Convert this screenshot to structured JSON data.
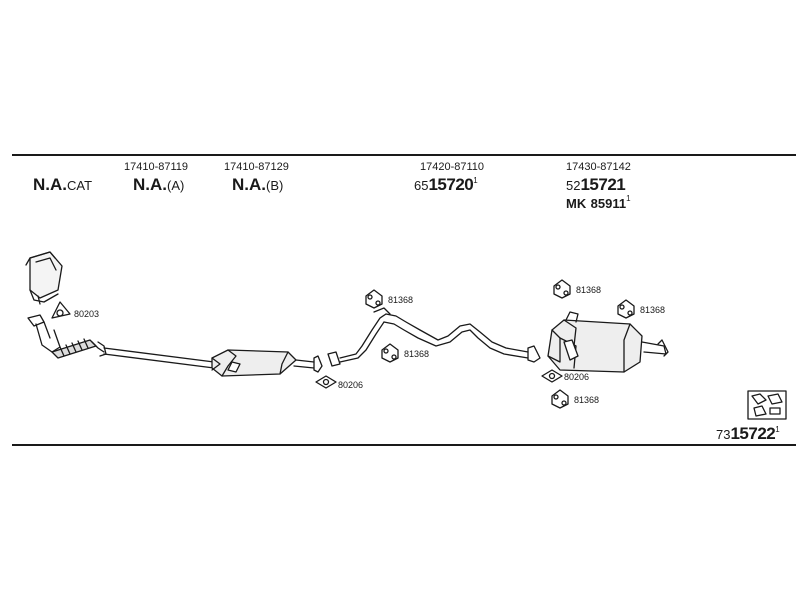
{
  "header": {
    "na_cat": {
      "main": "N.A.",
      "suffix": "CAT"
    },
    "col_a": {
      "part": "17410-87119",
      "main": "N.A.",
      "suffix": "(A)"
    },
    "col_b": {
      "part": "17410-87129",
      "main": "N.A.",
      "suffix": "(B)"
    },
    "col_c": {
      "part": "17420-87110",
      "prefix": "65",
      "number": "15720",
      "sup": "1"
    },
    "col_d": {
      "part": "17430-87142",
      "prefix": "52",
      "number": "15721",
      "sup": "",
      "mk_prefix": "MK",
      "mk_number": "85911",
      "mk_sup": "1"
    }
  },
  "diagram": {
    "labels": {
      "gasket_front": "80203",
      "gasket_mid": "80206",
      "gasket_rear": "80206",
      "hanger_1": "81368",
      "hanger_2": "81368",
      "hanger_3": "81368",
      "hanger_4": "81368",
      "hanger_5": "81368"
    }
  },
  "footer": {
    "prefix": "73",
    "number": "15722",
    "sup": "1"
  }
}
